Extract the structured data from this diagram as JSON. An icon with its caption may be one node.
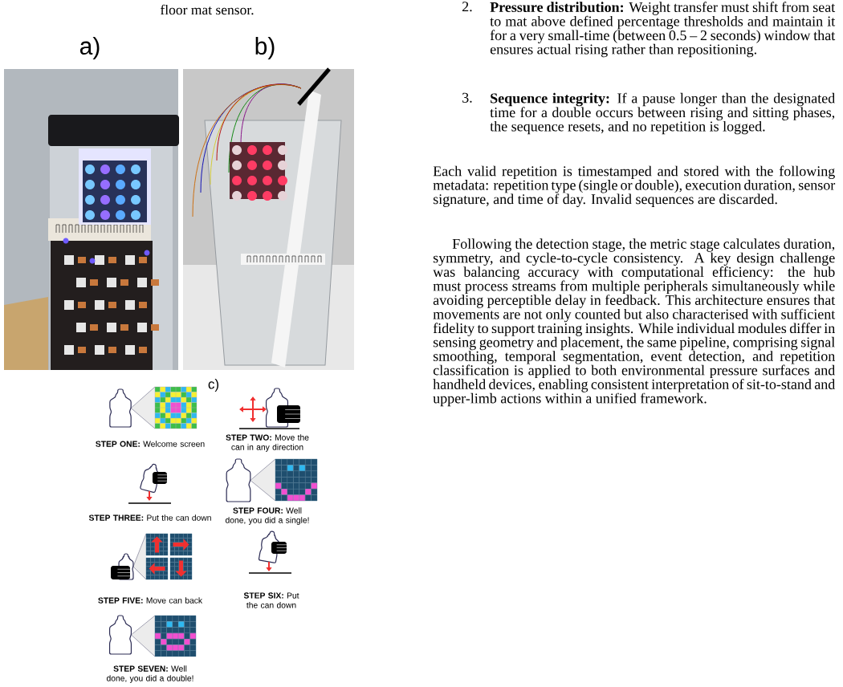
{
  "diagram": {
    "labels": [
      "floor mat sensor.",
      "a)",
      "b)",
      "c)",
      "**STEP ONE:** Welcome screen",
      "**STEP TWO:** Move the can in any direction",
      "**STEP THREE:** Put the can down",
      "**STEP FOUR:** Well done, you did a single!",
      "**STEP FIVE:** Move can back",
      "**STEP SIX:** Put the can down",
      "**STEP SEVEN:** Well done, you did a double!",
      "2.",
      "**Pressure distribution:** Weight transfer must shift from seat to mat above defined percentage thresholds and maintain it for a very small-time (between 0.5 – 2 seconds) window that ensures actual rising rather than repositioning.",
      "3.",
      "**Sequence integrity:** If a pause longer than the designated time for a double occurs between rising and sitting phases, the sequence resets, and no repetition is logged.",
      "Each valid repetition is timestamped and stored with the following metadata: repetition type (single or double), execution duration, sensor signature, and time of day. Invalid sequences are discarded.",
      "Following the detection stage, the metric stage calculates duration, symmetry, and cycle-to-cycle consistency. A key design challenge was balancing accuracy with computational efficiency: the hub must process streams from multiple peripherals simultaneously while avoiding perceptible delay in feedback. This architecture ensures that movements are not only counted but also characterised with sufficient fidelity to support training insights. While individual modules differ in sensing geometry and placement, the same pipeline, comprising signal smoothing, temporal segmentation, event detection, and repetition classification is applied to both environmental pressure surfaces and handheld devices, enabling consistent interpretation of sit-to-stand and upper-limb actions within a unified framework."
    ]
  }
}
